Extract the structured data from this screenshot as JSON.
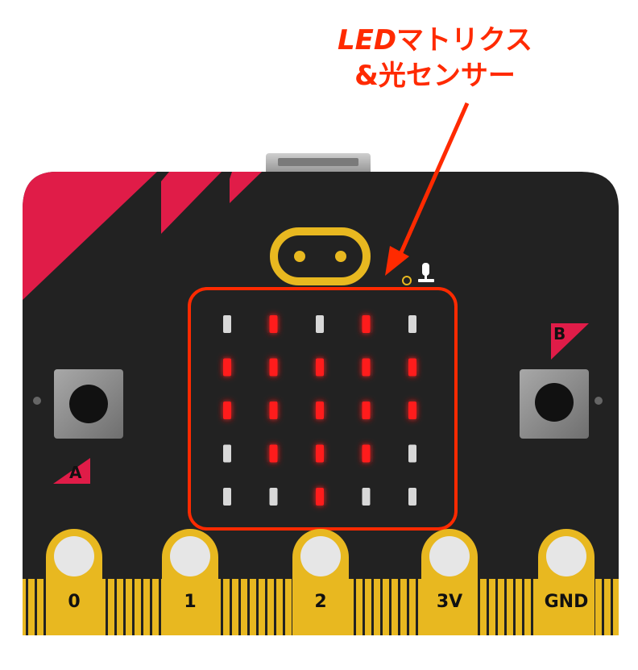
{
  "callout": {
    "line1_en": "LED",
    "line1_jp": "マトリクス",
    "line2": "&光センサー"
  },
  "led_matrix": {
    "rows": [
      [
        0,
        1,
        0,
        1,
        0
      ],
      [
        1,
        1,
        1,
        1,
        1
      ],
      [
        1,
        1,
        1,
        1,
        1
      ],
      [
        0,
        1,
        1,
        1,
        0
      ],
      [
        0,
        0,
        1,
        0,
        0
      ]
    ],
    "on_color": "#ff1a1a",
    "off_color": "#d8d8d8"
  },
  "buttons": {
    "a_label": "A",
    "b_label": "B"
  },
  "pins": [
    {
      "label": "0"
    },
    {
      "label": "1"
    },
    {
      "label": "2"
    },
    {
      "label": "3V"
    },
    {
      "label": "GND"
    }
  ],
  "colors": {
    "board": "#222222",
    "accent_red": "#e01c48",
    "gold": "#e8b820",
    "callout_red": "#ff2a00"
  },
  "icons": {
    "microphone": "microphone-icon",
    "light_sensor": "led-indicator-icon",
    "logo": "touch-logo-icon"
  }
}
